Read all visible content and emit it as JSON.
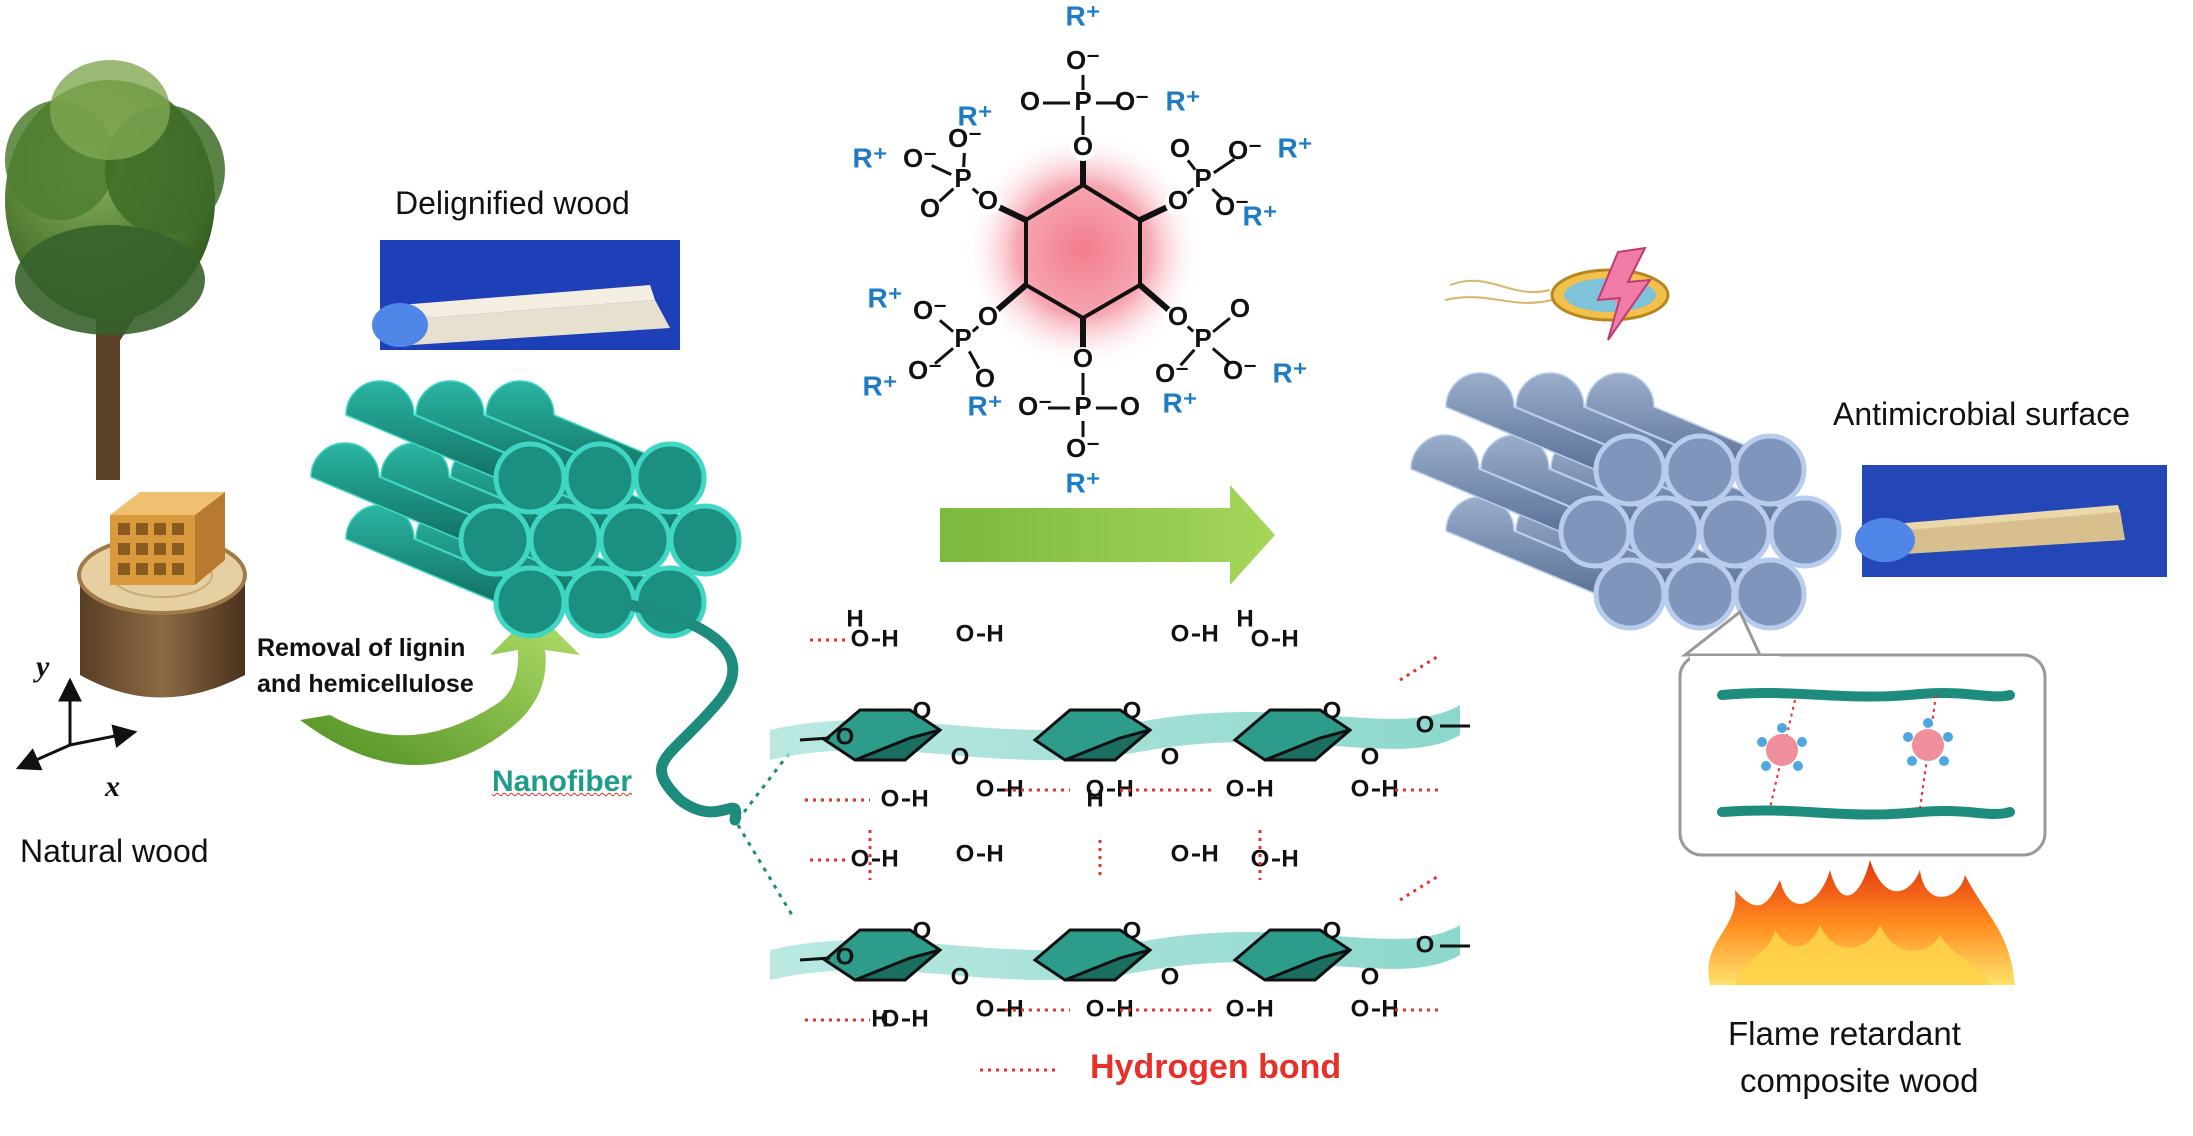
{
  "labels": {
    "natural_wood": "Natural wood",
    "delignified_wood": "Delignified wood",
    "removal_line1": "Removal of lignin",
    "removal_line2": "and hemicellulose",
    "nanofiber": "Nanofiber",
    "antimicrobial_surface": "Antimicrobial surface",
    "flame_line1": "Flame retardant",
    "flame_line2": "composite wood",
    "hydrogen_bond": "Hydrogen bond"
  },
  "axes": {
    "y": "y",
    "x": "x"
  },
  "phytate": {
    "o": "O",
    "p": "P",
    "o_minus": "O⁻",
    "cation": "R⁺"
  },
  "cellulose": {
    "o": "O",
    "h": "H"
  },
  "colors": {
    "nanofiber_teal": "#1E9C8C",
    "treated_blue": "#7B92B5",
    "process_arrow": "#8BC34A",
    "hbond_red": "#E8302A",
    "cation_blue": "#1E7BC4",
    "ring_glow": "#F4A7B0"
  },
  "icons": [
    "tree-icon",
    "wood-block-icon",
    "bacterium-icon",
    "lightning-icon",
    "flame-icon",
    "axis-icon"
  ]
}
